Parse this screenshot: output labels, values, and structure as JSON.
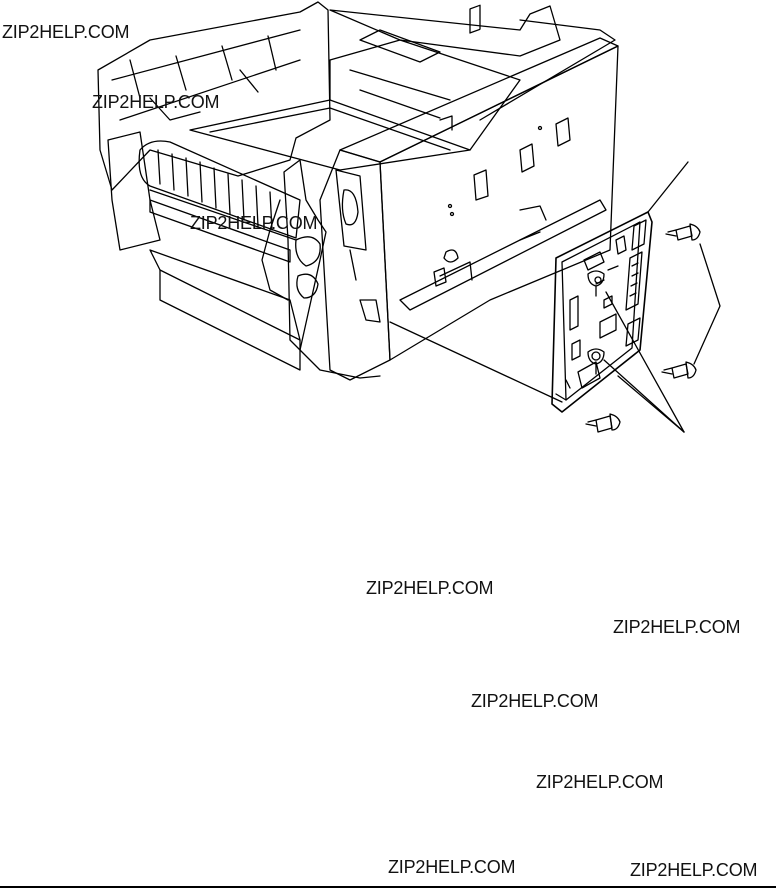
{
  "watermarks": [
    "ZIP2HELP.COM",
    "ZIP2HELP.COM",
    "ZIP2HELP.COM",
    "ZIP2HELP.COM",
    "ZIP2HELP.COM",
    "ZIP2HELP.COM",
    "ZIP2HELP.COM",
    "ZIP2HELP.COM",
    "ZIP2HELP.COM"
  ],
  "colors": {
    "line": "#000000",
    "background": "#ffffff"
  }
}
